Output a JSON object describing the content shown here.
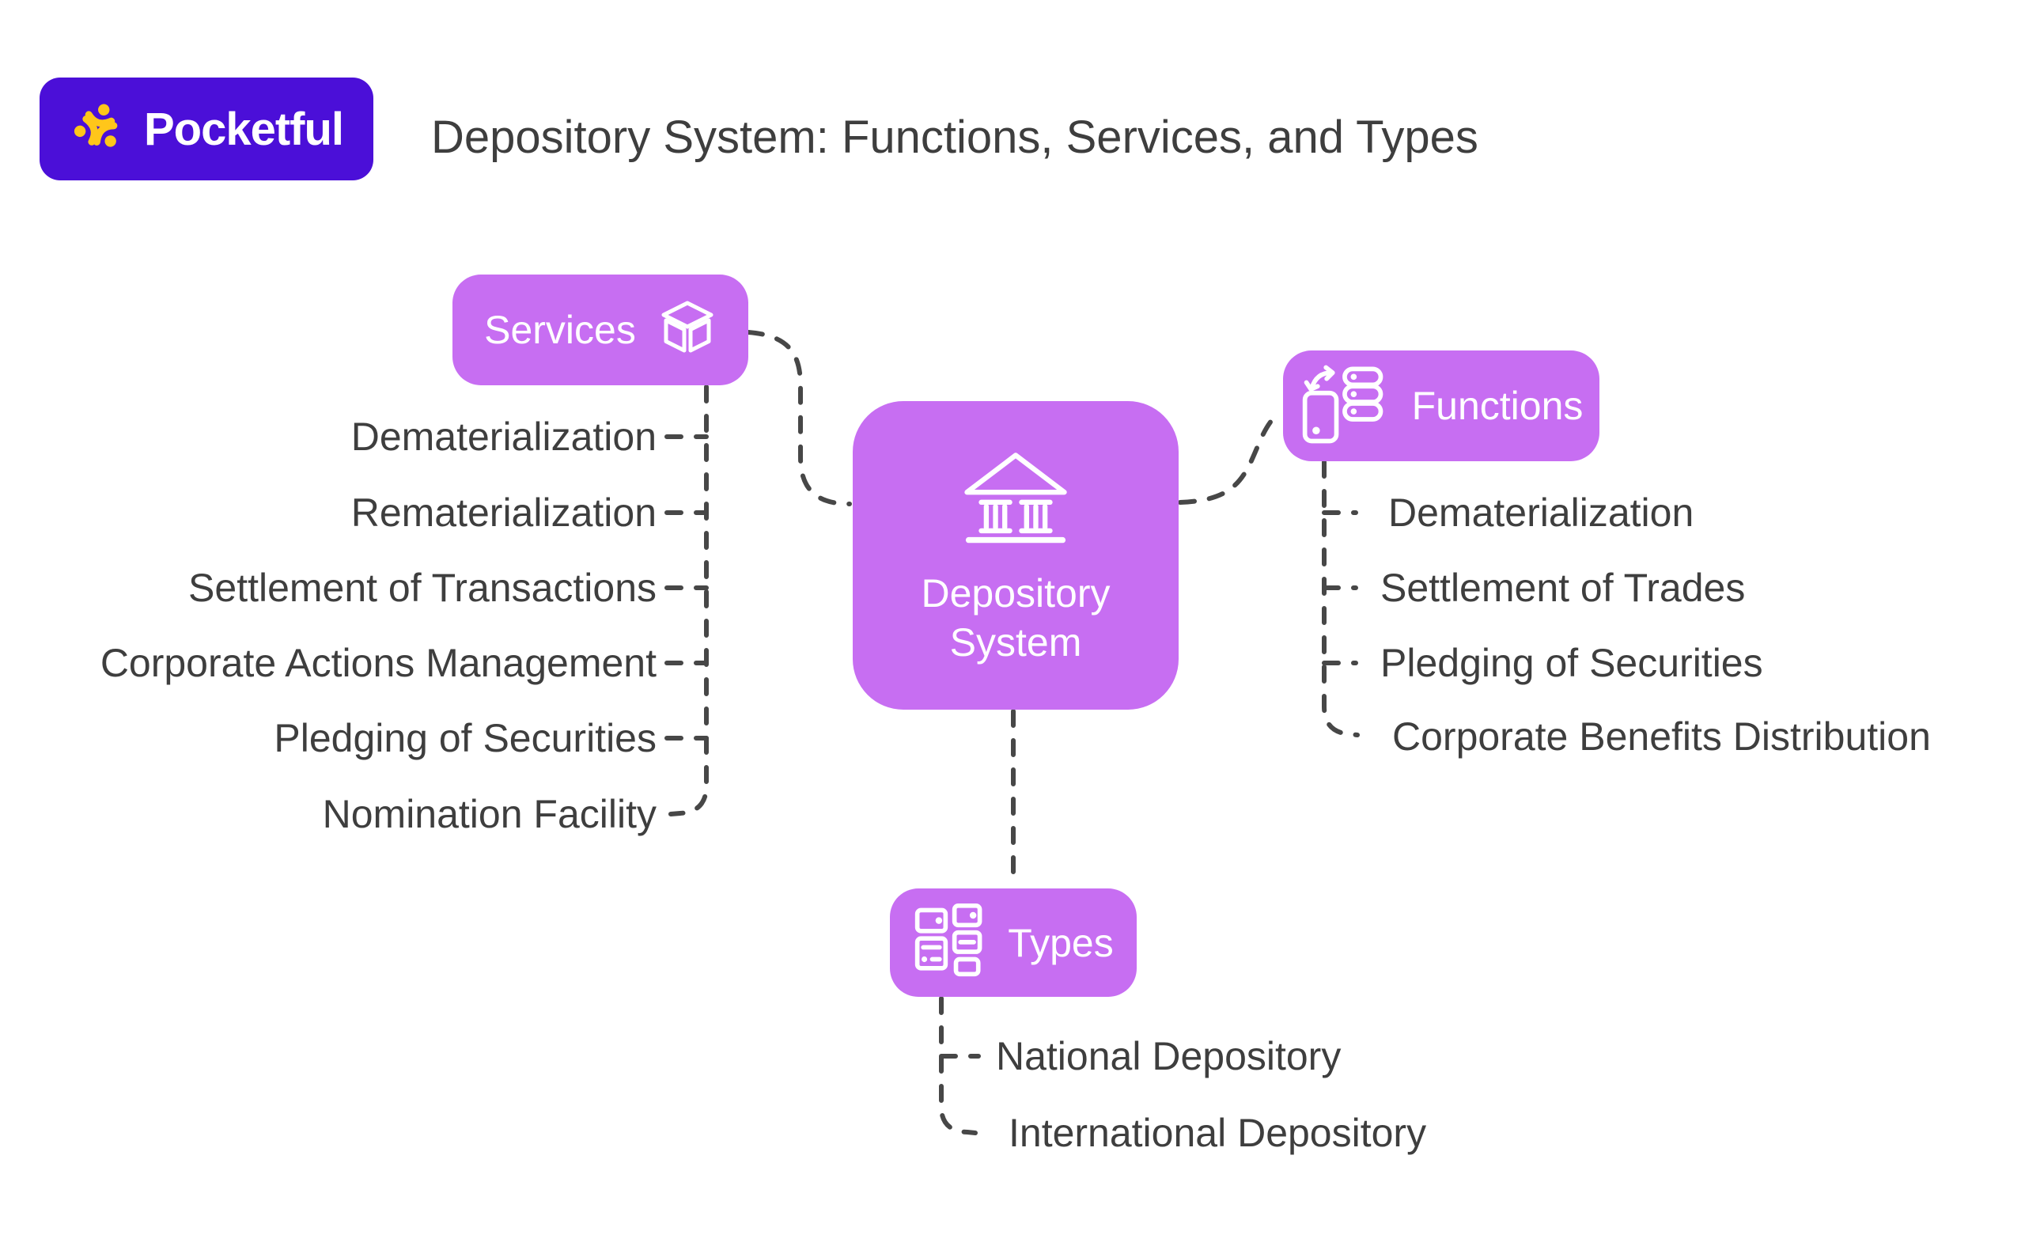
{
  "logo": {
    "text": "Pocketful"
  },
  "title": "Depository System: Functions, Services, and Types",
  "nodes": {
    "depository": {
      "label": "Depository System",
      "icon": "bank-icon"
    },
    "services": {
      "label": "Services",
      "icon": "cube-icon"
    },
    "functions": {
      "label": "Functions",
      "icon": "phone-sync-database-icon"
    },
    "types": {
      "label": "Types",
      "icon": "layout-cards-icon"
    }
  },
  "services_list": {
    "items": [
      "Dematerialization",
      "Rematerialization",
      "Settlement of Transactions",
      "Corporate Actions Management",
      "Pledging of Securities",
      "Nomination Facility"
    ]
  },
  "functions_list": {
    "items": [
      "Dematerialization",
      "Settlement of Trades",
      "Pledging of Securities",
      "Corporate Benefits Distribution"
    ]
  },
  "types_list": {
    "items": [
      "National Depository",
      "International Depository"
    ]
  },
  "colors": {
    "node_purple": "#c76ef2",
    "logo_purple": "#4b0fd8",
    "logo_yellow": "#ffc61a",
    "text_dark": "#3e3e3e",
    "connector_gray": "#474747",
    "background": "#ffffff",
    "node_text": "#ffffff"
  }
}
